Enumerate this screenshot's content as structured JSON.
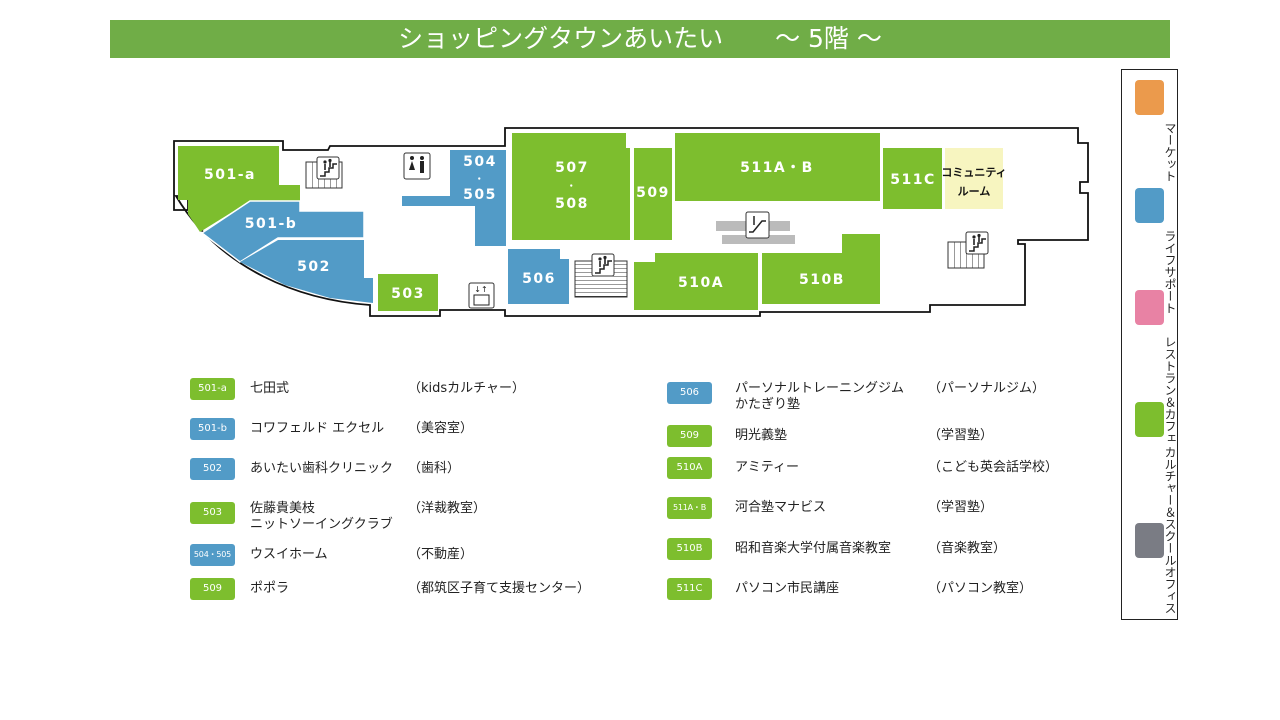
{
  "header": {
    "title": "ショッピングタウンあいたい",
    "floor": "〜 5階 〜"
  },
  "colors": {
    "culture": "#7dbe2e",
    "life_support": "#529bc7",
    "market": "#eb9a4c",
    "restaurant": "#e882a4",
    "office": "#7a7c84",
    "community": "#f7f5c0",
    "title": "#70ad47"
  },
  "map": {
    "rooms": {
      "r501a": "501-a",
      "r501b": "501-b",
      "r502": "502",
      "r503": "503",
      "r504_505": [
        "504",
        "・",
        "505"
      ],
      "r506": "506",
      "r507_508": [
        "507",
        "・",
        "508"
      ],
      "r509": "509",
      "r510a": "510A",
      "r510b": "510B",
      "r511ab": "511A・B",
      "r511c": "511C",
      "community": [
        "コミュニティ",
        "ルーム"
      ]
    },
    "icons": [
      "stairs-icon",
      "restroom-icon",
      "elevator-icon",
      "escalator-icon"
    ]
  },
  "legend": [
    {
      "label": [
        "マーケット"
      ],
      "category": "market"
    },
    {
      "label": [
        "ライフ",
        "サポート"
      ],
      "category": "life_support"
    },
    {
      "label": [
        "レストラン",
        "＆カフェ"
      ],
      "category": "restaurant"
    },
    {
      "label": [
        "カルチャー",
        "＆スクール"
      ],
      "category": "culture"
    },
    {
      "label": [
        "オフィス"
      ],
      "category": "office"
    }
  ],
  "directory_left": [
    {
      "room": "501-a",
      "name": "七田式",
      "name2": "",
      "category": "（kidsカルチャー）"
    },
    {
      "room": "501-b",
      "name": "コワフェルド エクセル",
      "name2": "",
      "category": "（美容室）"
    },
    {
      "room": "502",
      "name": "あいたい歯科クリニック",
      "name2": "",
      "category": "（歯科）"
    },
    {
      "room": "503",
      "name": "佐藤貴美枝",
      "name2": "ニットソーイングクラブ",
      "category": "（洋裁教室）"
    },
    {
      "room": "504・505",
      "name": "ウスイホーム",
      "name2": "",
      "category": "（不動産）"
    },
    {
      "room": "509",
      "name": "ポポラ",
      "name2": "",
      "category": "（都筑区子育て支援センター）"
    }
  ],
  "directory_right": [
    {
      "room": "506",
      "name": "パーソナルトレーニングジム",
      "name2": "かたぎり塾",
      "category": "（パーソナルジム）"
    },
    {
      "room": "509",
      "name": "明光義塾",
      "name2": "",
      "category": "（学習塾）"
    },
    {
      "room": "510A",
      "name": "アミティー",
      "name2": "",
      "category": "（こども英会話学校）"
    },
    {
      "room": "511A・B",
      "name": "河合塾マナビス",
      "name2": "",
      "category": "（学習塾）"
    },
    {
      "room": "510B",
      "name": "昭和音楽大学付属音楽教室",
      "name2": "",
      "category": "（音楽教室）"
    },
    {
      "room": "511C",
      "name": "パソコン市民講座",
      "name2": "",
      "category": "（パソコン教室）"
    }
  ]
}
